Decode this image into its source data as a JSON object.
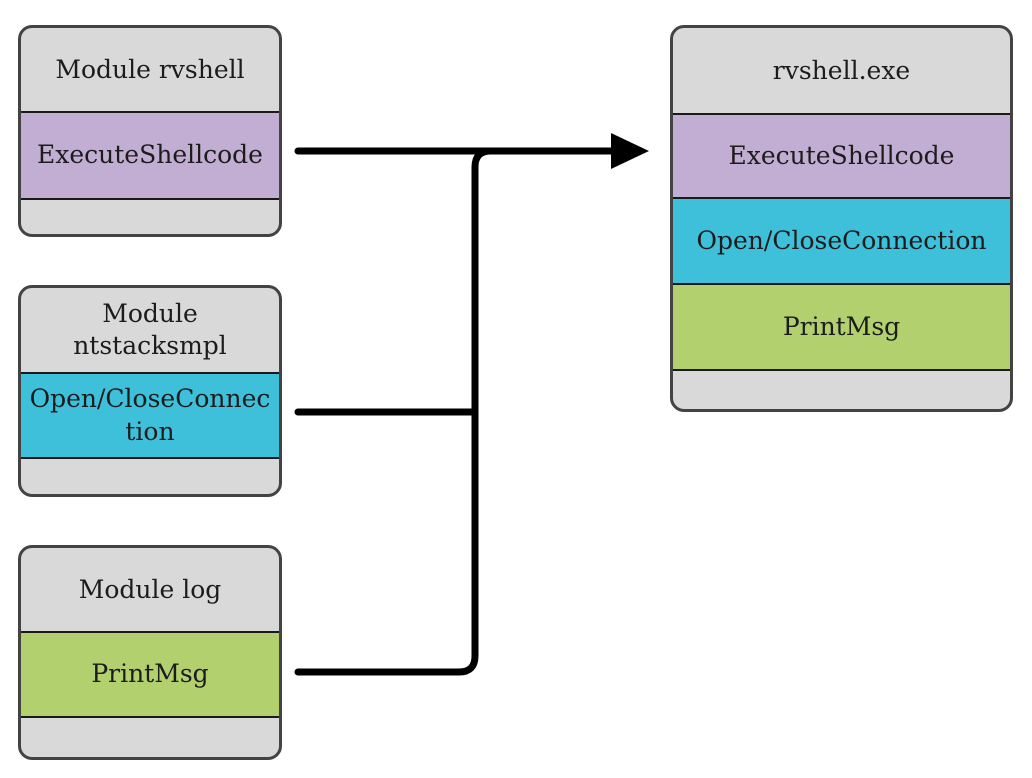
{
  "diagram": {
    "modules": [
      {
        "title": "Module rvshell",
        "function": "ExecuteShellcode",
        "color": "#c3aed3"
      },
      {
        "title": "Module ntstacksmpl",
        "function": "Open/CloseConnection",
        "color": "#3fc0da"
      },
      {
        "title": "Module log",
        "function": "PrintMsg",
        "color": "#b2d06e"
      }
    ],
    "executable": {
      "title": "rvshell.exe",
      "functions": [
        {
          "label": "ExecuteShellcode",
          "color": "#c3aed3"
        },
        {
          "label": "Open/CloseConnection",
          "color": "#3fc0da"
        },
        {
          "label": "PrintMsg",
          "color": "#b2d06e"
        }
      ]
    },
    "style": {
      "header_bg": "#d9d9d9",
      "box_border": "#434343",
      "divider": "#1a1a1a",
      "connector": "#000000",
      "text": "#1c1c1c",
      "background": "#ffffff"
    }
  }
}
